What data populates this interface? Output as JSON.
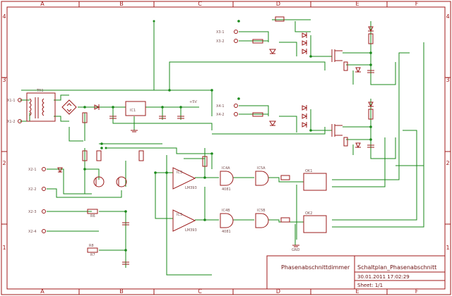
{
  "frame": {
    "columns": [
      "A",
      "B",
      "C",
      "D",
      "E",
      "F"
    ],
    "rows": [
      "4",
      "3",
      "2",
      "1"
    ]
  },
  "title_block": {
    "project": "Phasenabschnittdimmer",
    "title": "Schaltplan_Phasenabschnitt",
    "date": "30.01.2011 17:02:29",
    "sheet": "Sheet: 1/1"
  },
  "colors": {
    "frame": "#a01818",
    "wire": "#1a8a1a",
    "symbol": "#9b1b1b",
    "label": "#7a5050"
  },
  "labels": {
    "tr1": "TR1",
    "vdc": "+5V",
    "ic_reg": "IC1",
    "op1": "IC3",
    "op2": "IC3",
    "op1_name": "LM393",
    "op2_name": "LM393",
    "and1": "IC4A",
    "and2": "IC4B",
    "and3": "IC5A",
    "and4": "IC5B",
    "and1_name": "4081",
    "and2_name": "4081",
    "ok1": "OK1",
    "ok2": "OK2",
    "gnd": "GND",
    "r_bias": "R6",
    "r_low1": "R8",
    "r_low2": "R7",
    "in1": "X1-1",
    "in2": "X1-2",
    "in3": "X2-1",
    "in4": "X2-2",
    "in5": "X2-3",
    "in6": "X2-4",
    "in7": "X3-1",
    "in8": "X3-2",
    "in9": "X4-1",
    "in10": "X4-2"
  }
}
